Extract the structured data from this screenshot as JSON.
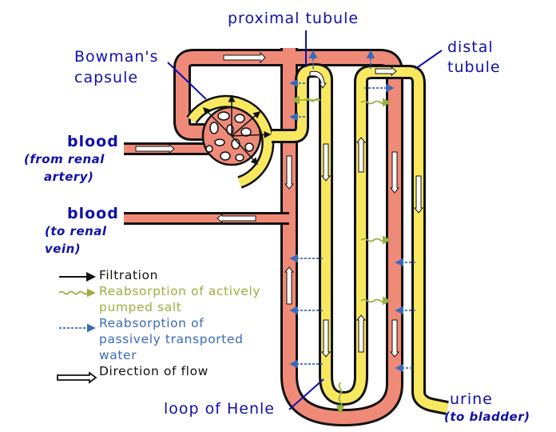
{
  "labels": {
    "proximal_tubule": "proximal tubule",
    "distal_tubule_line1": "distal",
    "distal_tubule_line2": "tubule",
    "bowmans_capsule_line1": "Bowman's",
    "bowmans_capsule_line2": "capsule",
    "blood_in": "blood",
    "blood_in_sub_line1": "(from renal",
    "blood_in_sub_line2": "artery)",
    "blood_out": "blood",
    "blood_out_sub_line1": "(to renal",
    "blood_out_sub_line2": "vein)",
    "loop_of_henle": "loop of Henle",
    "urine": "urine",
    "urine_sub": "(to bladder)"
  },
  "legend": {
    "filtration": "Filtration",
    "salt_line1": "Reabsorption of actively",
    "salt_line2": "pumped salt",
    "water_line1": "Reabsorption of",
    "water_line2": "passively transported",
    "water_line3": "water",
    "flow": "Direction of flow"
  },
  "colors": {
    "blood_vessel": "#f08a78",
    "tubule": "#f8e860",
    "outline": "#111111",
    "label": "#1010a8",
    "salt": "#9ab040",
    "water": "#3a6ab8",
    "filtration": "#111111"
  }
}
